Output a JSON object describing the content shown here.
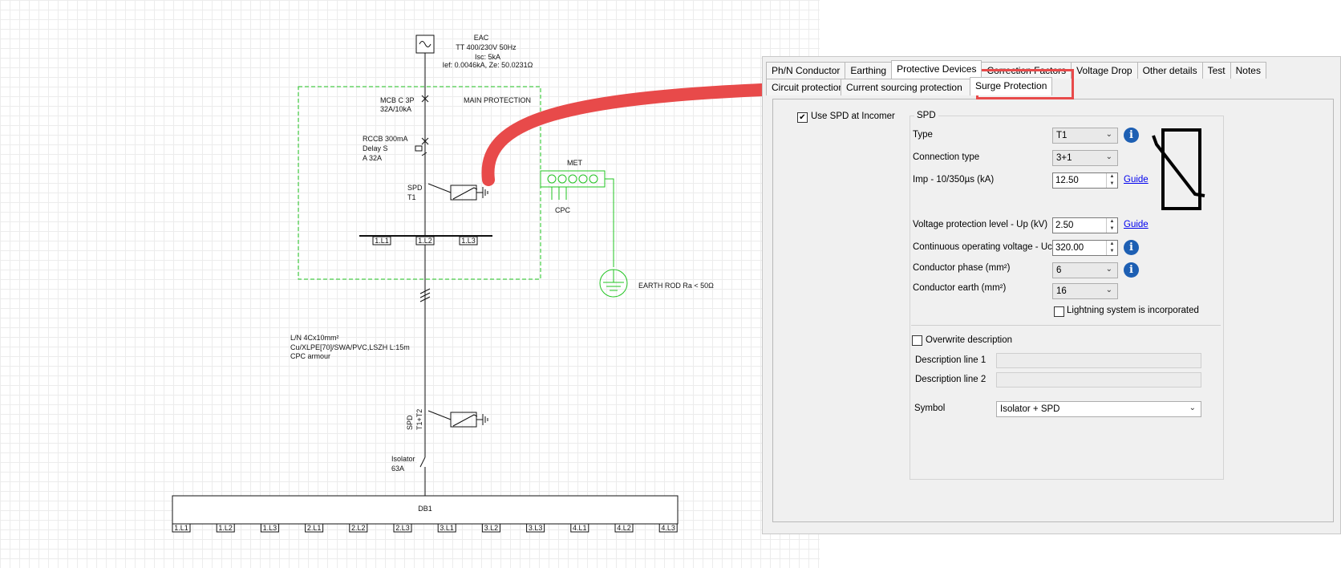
{
  "schematic": {
    "supply": {
      "line1": "EAC",
      "line2": "TT 400/230V 50Hz",
      "line3": "Isc: 5kA",
      "line4": "Ief: 0.0046kA, Ze: 50.0231Ω"
    },
    "mcb": {
      "line1": "MCB C 3P",
      "line2": "32A/10kA"
    },
    "main_protection": "MAIN PROTECTION",
    "rccb": {
      "line1": "RCCB 300mA",
      "line2": "Delay S",
      "line3": "A 32A"
    },
    "spd1": {
      "line1": "SPD",
      "line2": "T1"
    },
    "busbar_top": [
      "1.L1",
      "1.L2",
      "1.L3"
    ],
    "met": "MET",
    "cpc": "CPC",
    "earth_rod": "EARTH ROD Ra < 50Ω",
    "cable": {
      "line1": "L/N 4Cx10mm²",
      "line2": "Cu/XLPE[70]/SWA/PVC,LSZH L:15m",
      "line3": "CPC armour"
    },
    "spd2": {
      "line1": "SPD",
      "line2": "T1+T2"
    },
    "isolator": {
      "line1": "Isolator",
      "line2": "63A"
    },
    "db": "DB1",
    "db_ways": [
      "1.L1",
      "1.L2",
      "1.L3",
      "2.L1",
      "2.L2",
      "2.L3",
      "3.L1",
      "3.L2",
      "3.L3",
      "4.L1",
      "4.L2",
      "4.L3"
    ]
  },
  "dialog": {
    "tabs": [
      "Ph/N Conductor",
      "Earthing",
      "Protective Devices",
      "Correction Factors",
      "Voltage Drop",
      "Other details",
      "Test",
      "Notes"
    ],
    "active_tab": "Protective Devices",
    "subtabs": [
      "Circuit protection",
      "Current sourcing protection",
      "Surge Protection"
    ],
    "active_subtab": "Surge Protection",
    "use_spd_label": "Use SPD at Incomer",
    "use_spd_checked": true,
    "spd_group": "SPD",
    "type_label": "Type",
    "type_value": "T1",
    "connection_label": "Connection type",
    "connection_value": "3+1",
    "imp_label": "Imp - 10/350µs (kA)",
    "imp_value": "12.50",
    "guide1": "Guide",
    "up_label": "Voltage protection level - Up (kV)",
    "up_value": "2.50",
    "guide2": "Guide",
    "uc_label": "Continuous operating voltage - Uc (V)",
    "uc_value": "320.00",
    "cond_phase_label": "Conductor phase (mm²)",
    "cond_phase_value": "6",
    "cond_earth_label": "Conductor earth (mm²)",
    "cond_earth_value": "16",
    "lightning_label": "Lightning system is incorporated",
    "overwrite_label": "Overwrite description",
    "desc1_label": "Description line 1",
    "desc2_label": "Description line 2",
    "symbol_label": "Symbol",
    "symbol_value": "Isolator + SPD"
  },
  "colors": {
    "highlight": "#e84a4a",
    "arrow": "#e84a4a",
    "green": "#22c422",
    "info": "#1d5fb3"
  }
}
